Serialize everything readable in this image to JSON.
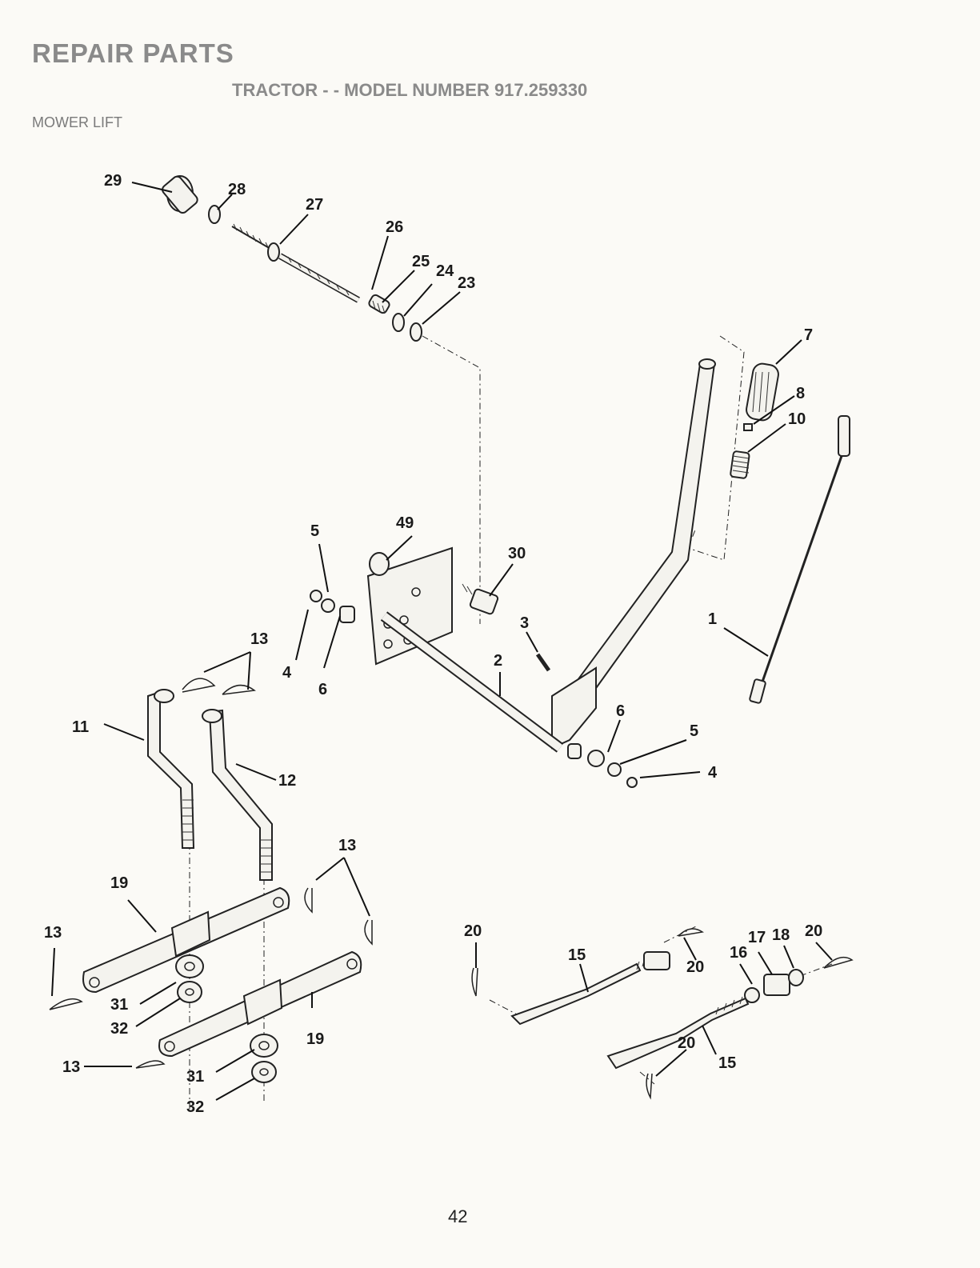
{
  "header": {
    "title": "REPAIR PARTS",
    "subtitle": "TRACTOR - - MODEL NUMBER 917.259330",
    "section": "MOWER LIFT"
  },
  "callouts": [
    "29",
    "28",
    "27",
    "26",
    "25",
    "24",
    "23",
    "7",
    "8",
    "10",
    "1",
    "5",
    "49",
    "30",
    "3",
    "2",
    "4",
    "6",
    "13",
    "11",
    "12",
    "6",
    "5",
    "4",
    "13",
    "19",
    "13",
    "31",
    "32",
    "19",
    "13",
    "31",
    "32",
    "20",
    "15",
    "20",
    "16",
    "17",
    "18",
    "20",
    "20",
    "15"
  ],
  "page_number": "42"
}
